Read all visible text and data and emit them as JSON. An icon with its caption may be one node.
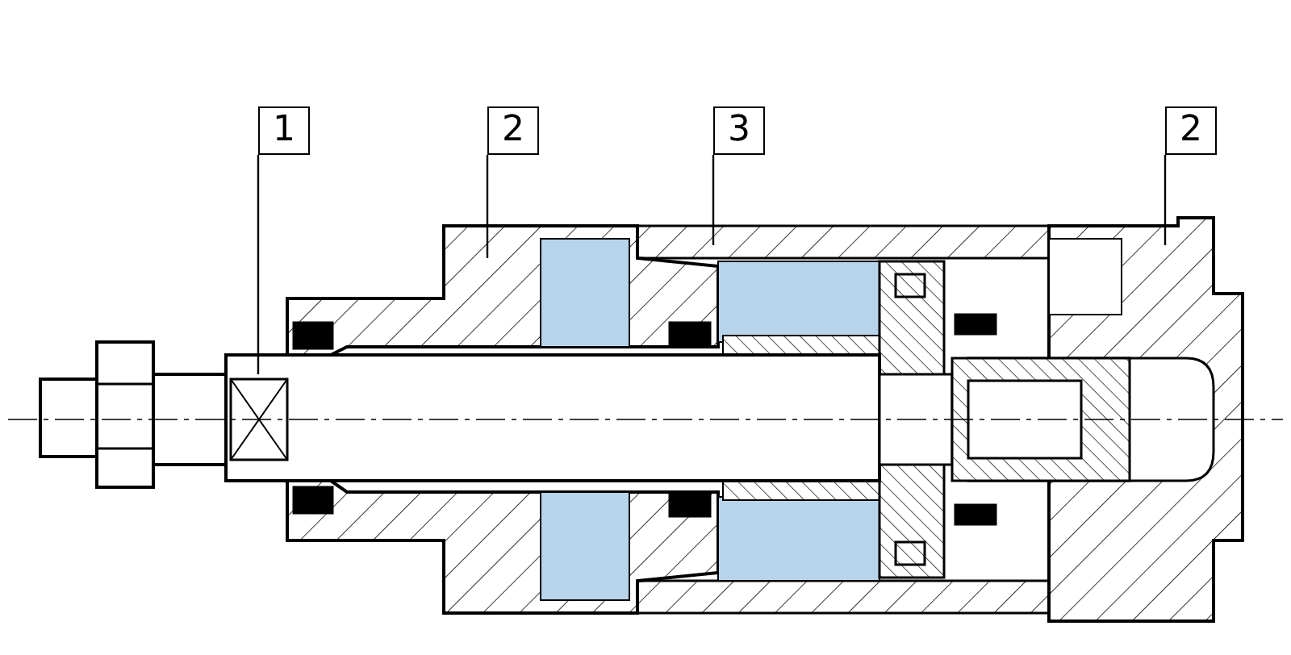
{
  "diagram": {
    "nodes": [
      {
        "text": [
          "1"
        ]
      },
      {
        "text": [
          "2"
        ]
      },
      {
        "text": [
          "3"
        ]
      },
      {
        "text": [
          "2"
        ]
      }
    ],
    "edges": [
      {
        "from": 0,
        "to": null,
        "arrow": "none"
      },
      {
        "from": 1,
        "to": null,
        "arrow": "none"
      },
      {
        "from": 2,
        "to": null,
        "arrow": "none"
      },
      {
        "from": 3,
        "to": null,
        "arrow": "none"
      }
    ]
  }
}
